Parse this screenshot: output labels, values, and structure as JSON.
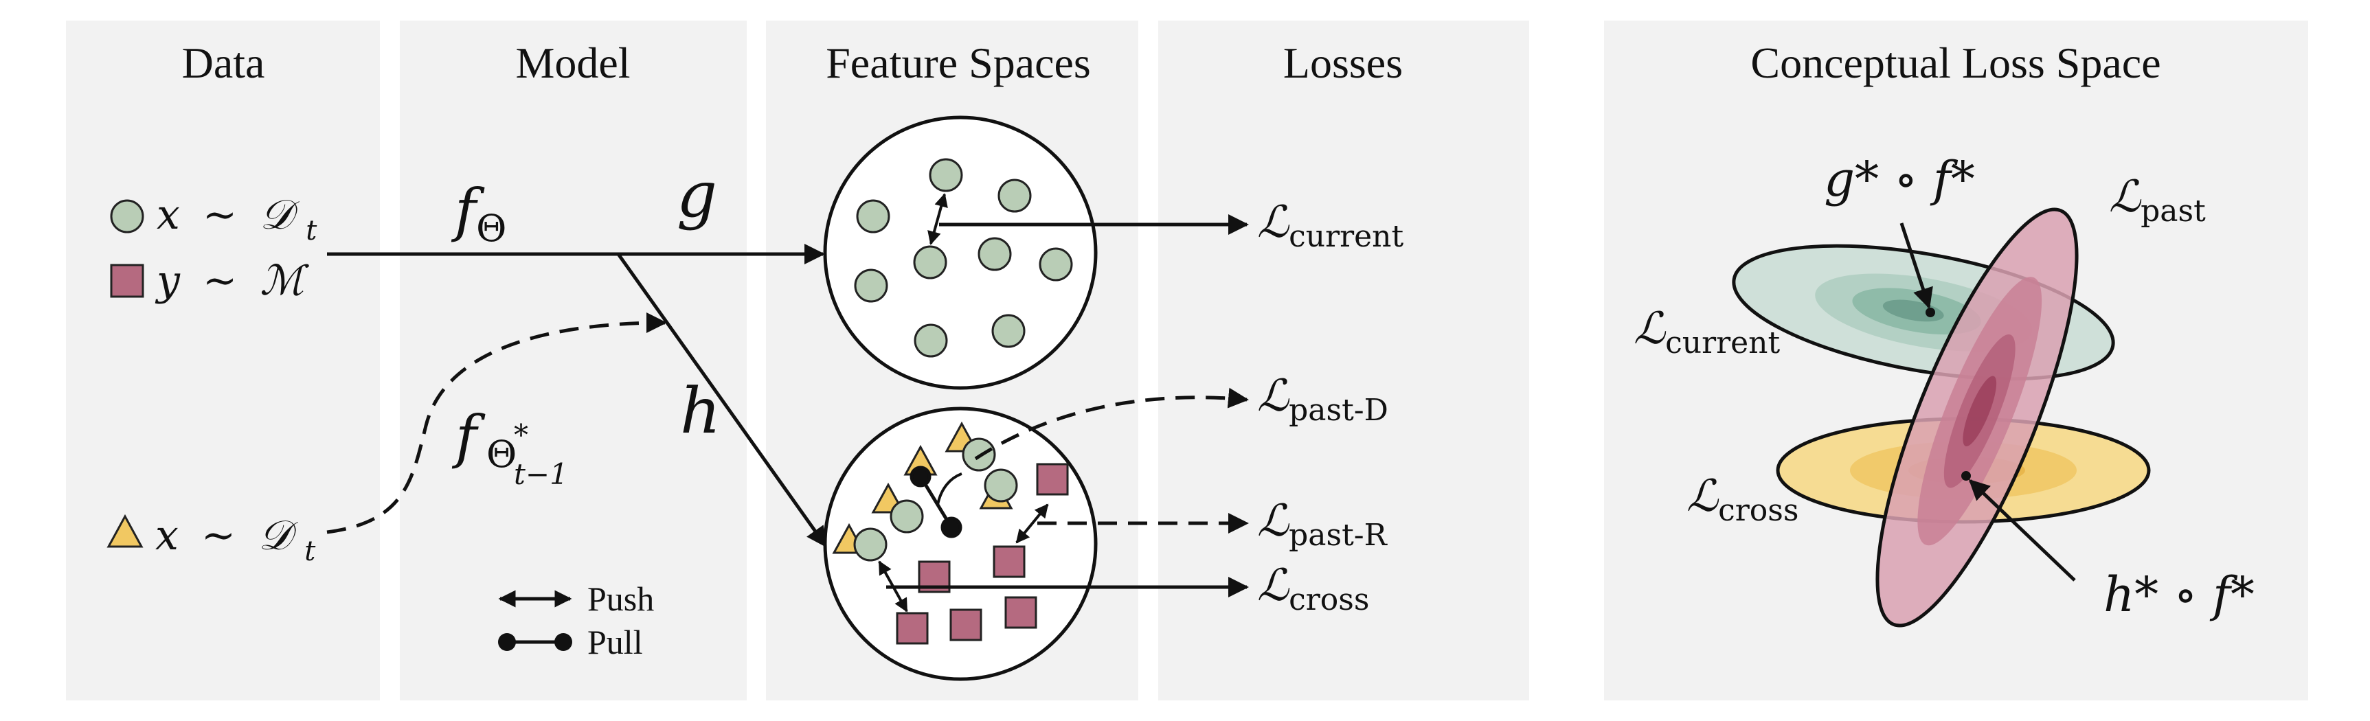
{
  "panels": {
    "data": "Data",
    "model": "Model",
    "feature_spaces": "Feature Spaces",
    "losses": "Losses",
    "conceptual": "Conceptual Loss Space"
  },
  "data_items": {
    "current": {
      "var": "x",
      "rel": "∼",
      "dist": "𝒟",
      "sub": "t"
    },
    "memory": {
      "var": "y",
      "rel": "∼",
      "dist": "ℳ"
    },
    "triangle": {
      "var": "x",
      "rel": "∼",
      "dist": "𝒟",
      "sub": "t"
    }
  },
  "model_labels": {
    "f_theta": {
      "base": "f",
      "sub": "Θ"
    },
    "g": "g",
    "h": "h",
    "f_prev": {
      "base": "f",
      "sub": "Θ",
      "sup": "*",
      "subsub": "t−1"
    }
  },
  "losses": {
    "current": {
      "base": "ℒ",
      "sub": "current"
    },
    "past_d": {
      "base": "ℒ",
      "sub": "past-D"
    },
    "past_r": {
      "base": "ℒ",
      "sub": "past-R"
    },
    "cross": {
      "base": "ℒ",
      "sub": "cross"
    }
  },
  "legend": {
    "push": "Push",
    "pull": "Pull"
  },
  "conceptual": {
    "g_star": "g* ∘ f*",
    "h_star": "h* ∘ f*",
    "l_past": {
      "base": "ℒ",
      "sub": "past"
    },
    "l_current": {
      "base": "ℒ",
      "sub": "current"
    },
    "l_cross": {
      "base": "ℒ",
      "sub": "cross"
    }
  },
  "colors": {
    "panel_bg": "#f2f2f2",
    "green": "#b9cdb6",
    "pink": "#b56a80",
    "yellow": "#f1c862",
    "teal_ellipse": "#cfe0d9",
    "teal_core": "#6f9f8e",
    "pink_ellipse": "#d9a1b1",
    "pink_core": "#9b3f5c",
    "yellow_ellipse": "#f6dc93",
    "yellow_core": "#e2a93c"
  }
}
